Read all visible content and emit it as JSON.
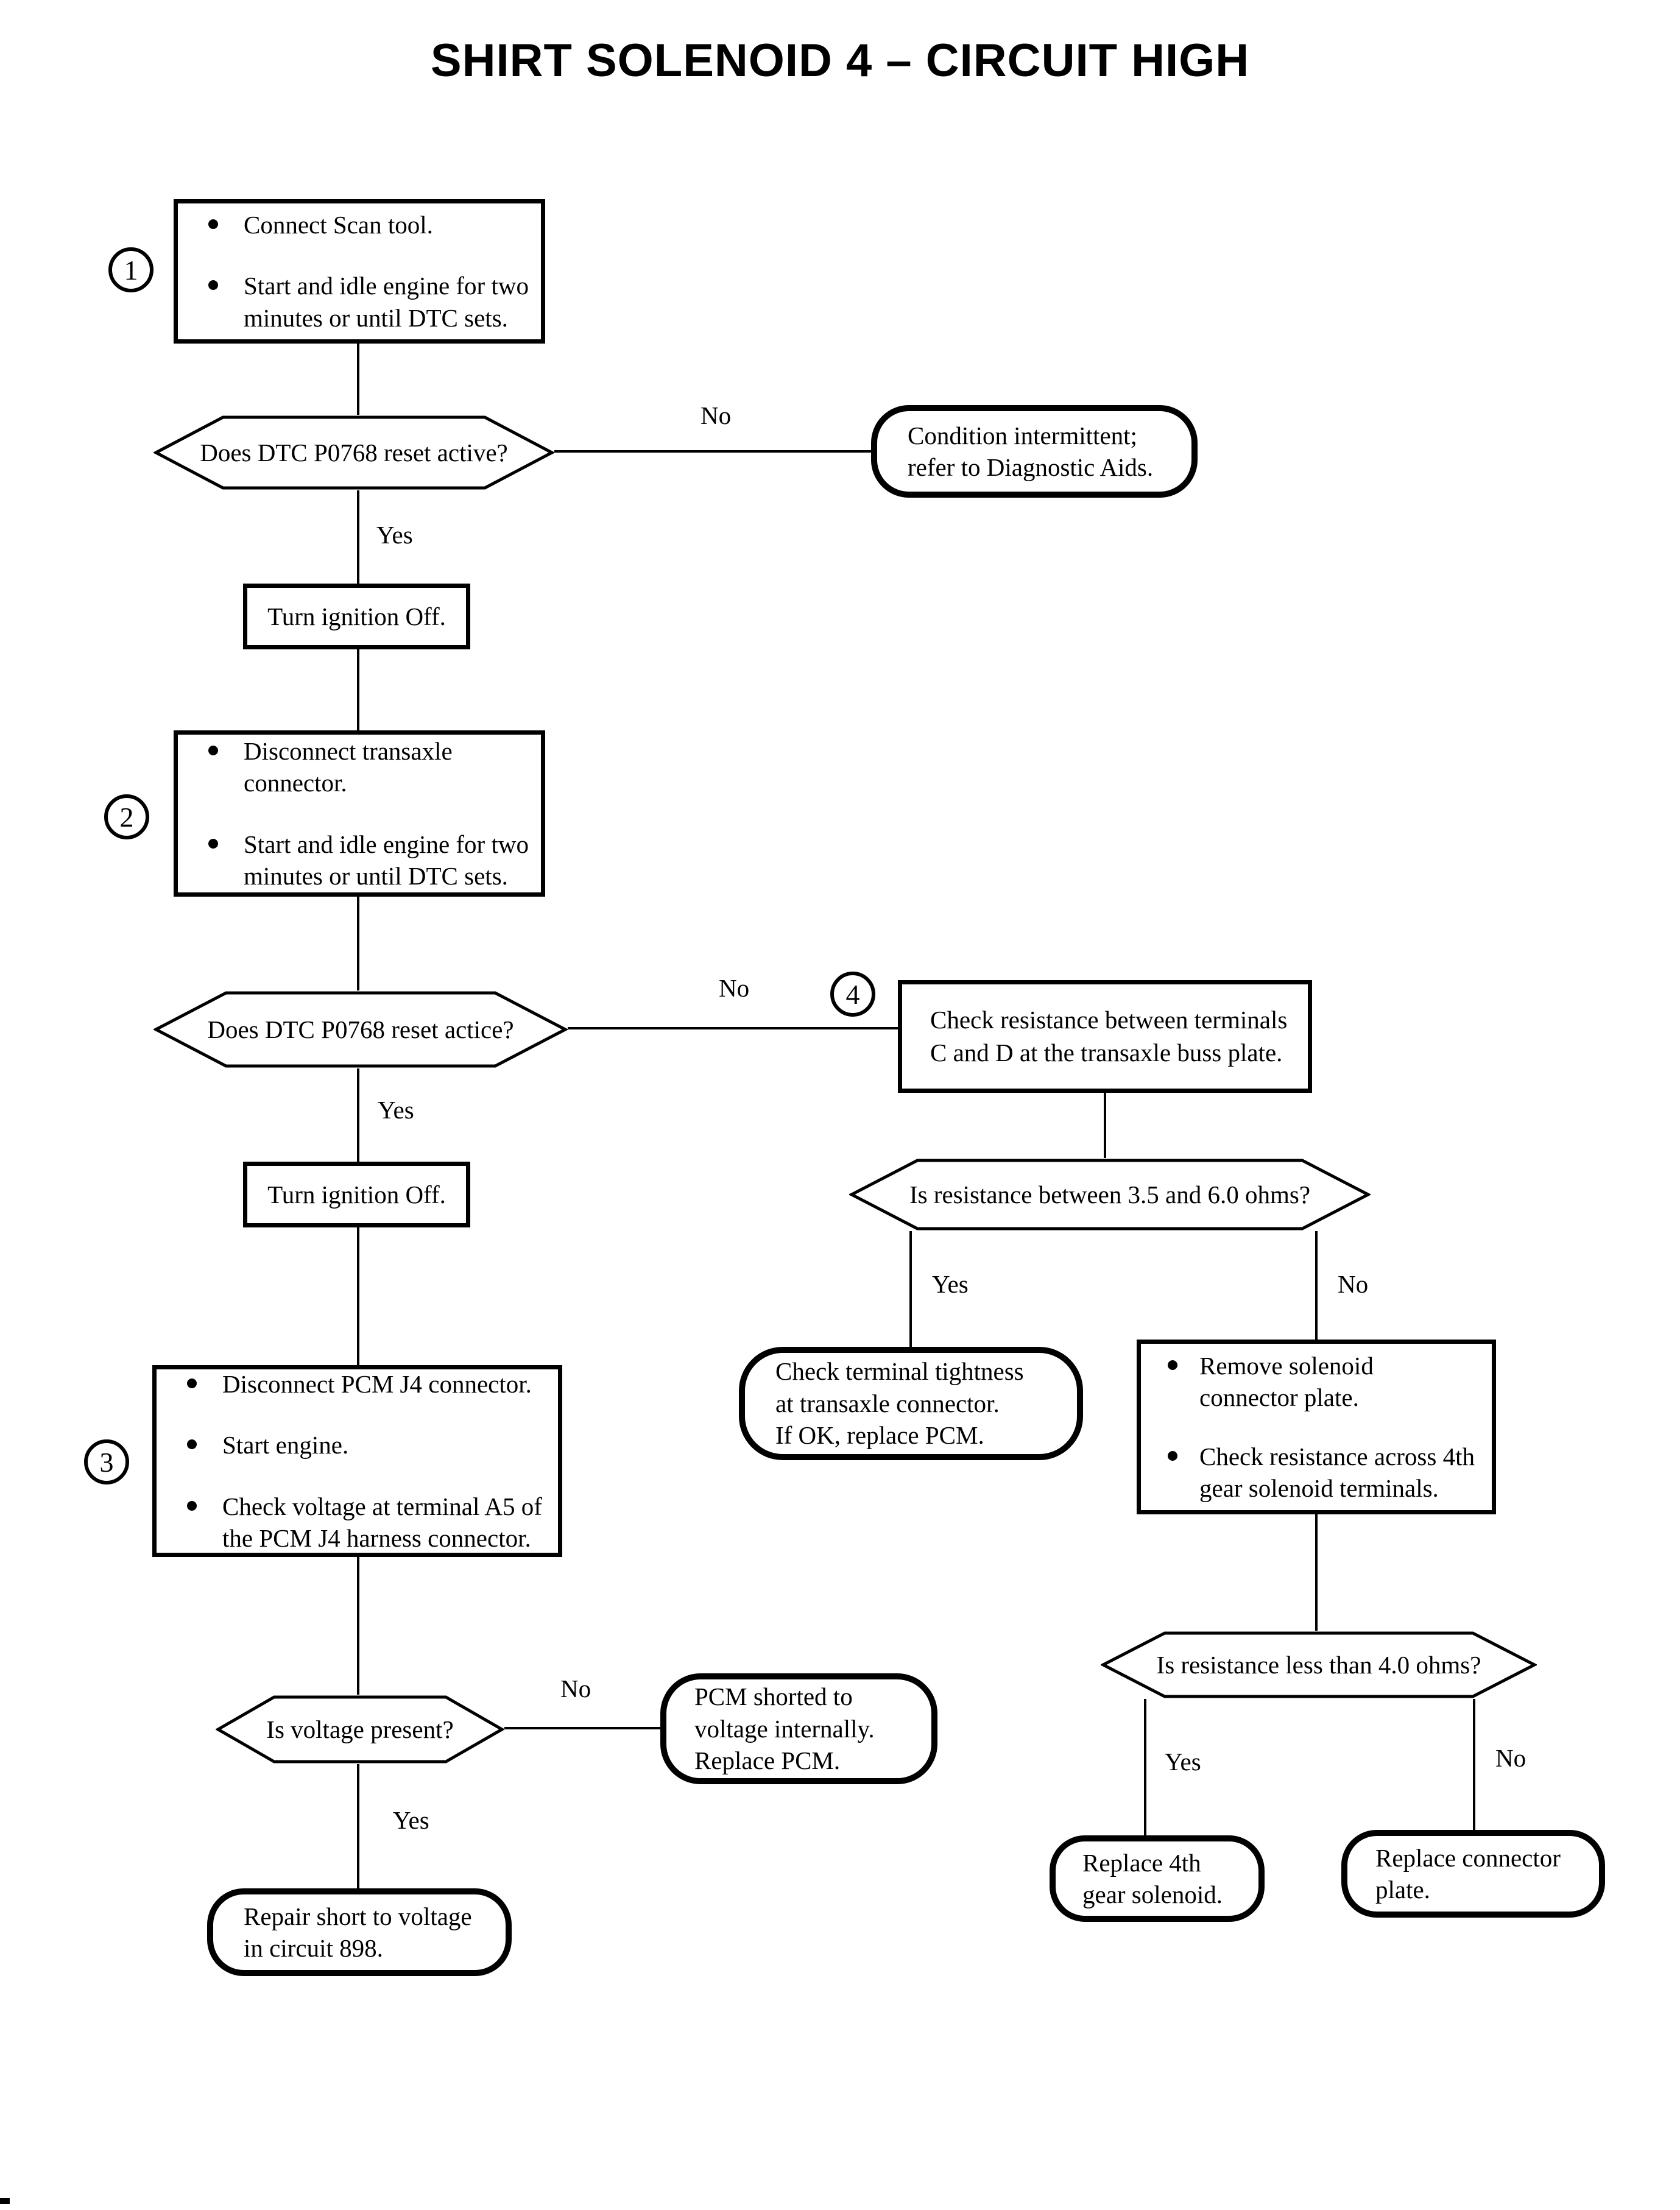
{
  "title": "SHIRT SOLENOID 4 – CIRCUIT HIGH",
  "labels": {
    "yes": "Yes",
    "no": "No"
  },
  "steps": {
    "step1": {
      "number": "1",
      "bullets": [
        "Connect Scan tool.",
        "Start and idle engine for two\nminutes or until DTC sets."
      ]
    },
    "step2": {
      "number": "2",
      "bullets": [
        "Disconnect transaxle\nconnector.",
        "Start and idle engine for two\nminutes or until DTC sets."
      ]
    },
    "step3": {
      "number": "3",
      "bullets": [
        "Disconnect PCM J4 connector.",
        "Start engine.",
        "Check voltage at terminal A5 of\nthe PCM J4 harness connector."
      ]
    },
    "step4": {
      "number": "4",
      "text": "Check resistance between terminals\nC and D at the transaxle buss plate."
    },
    "remove_solenoid": {
      "bullets": [
        "Remove solenoid\nconnector plate.",
        "Check resistance across 4th\ngear solenoid terminals."
      ]
    }
  },
  "actions": {
    "turn_ignition_off_1": "Turn ignition Off.",
    "turn_ignition_off_2": "Turn ignition Off."
  },
  "decisions": {
    "dtc_reset_active": "Does DTC P0768 reset active?",
    "dtc_reset_actice": "Does DTC P0768 reset actice?",
    "resistance_between": "Is resistance between 3.5 and 6.0 ohms?",
    "voltage_present": "Is voltage present?",
    "resistance_less": "Is resistance less than 4.0 ohms?"
  },
  "terminals": {
    "condition_intermittent": "Condition intermittent;\nrefer to Diagnostic Aids.",
    "check_terminal_tightness": "Check terminal tightness\nat transaxle connector.\nIf OK, replace PCM.",
    "pcm_shorted": "PCM shorted to\nvoltage internally.\nReplace PCM.",
    "repair_short": "Repair short to voltage\nin circuit 898.",
    "replace_solenoid": "Replace 4th\ngear solenoid.",
    "replace_plate": "Replace connector\nplate."
  }
}
